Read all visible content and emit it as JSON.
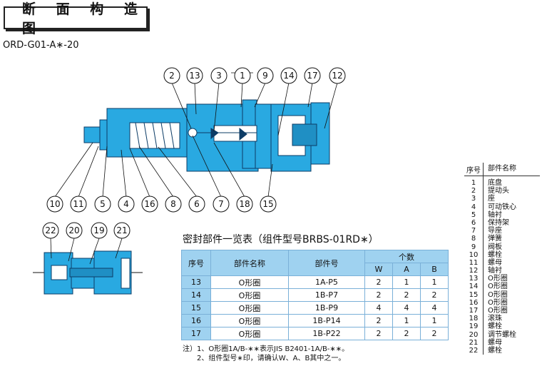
{
  "header": {
    "title": "断 面 构 造 图"
  },
  "model_code": "ORD-G01-A∗-20",
  "main_callouts_top": [
    "2",
    "13",
    "3",
    "1",
    "9",
    "14",
    "17",
    "12"
  ],
  "main_callouts_bottom": [
    "10",
    "11",
    "5",
    "4",
    "16",
    "8",
    "6",
    "7",
    "18",
    "15"
  ],
  "detail_callouts": [
    "22",
    "20",
    "19",
    "21"
  ],
  "seal_table": {
    "title": "密封部件一览表（组件型号BRBS-01RD∗）",
    "headers": {
      "no": "序号",
      "part_name": "部件名称",
      "part_no": "部件号",
      "qty": "个数",
      "w": "W",
      "a": "A",
      "b": "B"
    },
    "rows": [
      {
        "no": "13",
        "name": "O形圈",
        "part_no": "1A-P5",
        "w": "2",
        "a": "1",
        "b": "1"
      },
      {
        "no": "14",
        "name": "O形圈",
        "part_no": "1B-P7",
        "w": "2",
        "a": "2",
        "b": "2"
      },
      {
        "no": "15",
        "name": "O形圈",
        "part_no": "1B-P9",
        "w": "4",
        "a": "4",
        "b": "4"
      },
      {
        "no": "16",
        "name": "O形圈",
        "part_no": "1B-P14",
        "w": "2",
        "a": "1",
        "b": "1"
      },
      {
        "no": "17",
        "name": "O形圈",
        "part_no": "1B-P22",
        "w": "2",
        "a": "2",
        "b": "2"
      }
    ]
  },
  "notes": [
    "注）1、O形圈1A/B-∗∗表示JIS B2401-1A/B-∗∗。",
    "　　2、组件型号∗印，请确认W、A、B其中之一。"
  ],
  "parts_list": {
    "header_no": "序号",
    "header_name": "部件名称",
    "items": [
      {
        "no": "1",
        "name": "底盘"
      },
      {
        "no": "2",
        "name": "提动头"
      },
      {
        "no": "3",
        "name": "座"
      },
      {
        "no": "4",
        "name": "可动铁心"
      },
      {
        "no": "5",
        "name": "轴衬"
      },
      {
        "no": "6",
        "name": "保持架"
      },
      {
        "no": "7",
        "name": "导座"
      },
      {
        "no": "8",
        "name": "弹簧"
      },
      {
        "no": "9",
        "name": "阀板"
      },
      {
        "no": "10",
        "name": "螺栓"
      },
      {
        "no": "11",
        "name": "螺母"
      },
      {
        "no": "12",
        "name": "轴衬"
      },
      {
        "no": "13",
        "name": "O形圈"
      },
      {
        "no": "14",
        "name": "O形圈"
      },
      {
        "no": "15",
        "name": "O形圈"
      },
      {
        "no": "16",
        "name": "O形圈"
      },
      {
        "no": "17",
        "name": "O形圈"
      },
      {
        "no": "18",
        "name": "滚珠"
      },
      {
        "no": "19",
        "name": "螺栓"
      },
      {
        "no": "20",
        "name": "调节螺栓"
      },
      {
        "no": "21",
        "name": "螺母"
      },
      {
        "no": "22",
        "name": "螺栓"
      }
    ]
  },
  "colors": {
    "body_fill": "#29a9e1",
    "body_stroke": "#0d3c66",
    "table_header": "#9fd2f0"
  }
}
